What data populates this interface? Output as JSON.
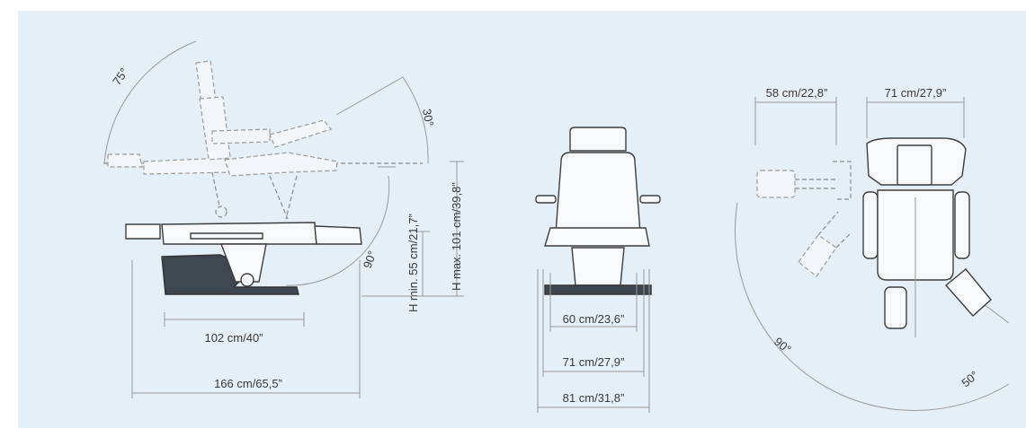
{
  "background_color": "#e4eff8",
  "side_view": {
    "angle_backrest": "75°",
    "angle_tilt": "30°",
    "angle_leg": "90°",
    "dim_base": "102 cm/40”",
    "dim_total_length": "166 cm/65,5”",
    "dim_h_min": "H min. 55 cm/21,7”",
    "dim_h_max": "H max. 101 cm/39,8”"
  },
  "front_view": {
    "dim_seat": "60 cm/23,6”",
    "dim_armrests": "71 cm/27,9”",
    "dim_total_width": "81 cm/31,8”"
  },
  "top_view": {
    "dim_armrest_offset": "58 cm/22,8”",
    "dim_width": "71 cm/27,9”",
    "angle_rotation": "90°",
    "angle_leg_spread": "50°"
  }
}
